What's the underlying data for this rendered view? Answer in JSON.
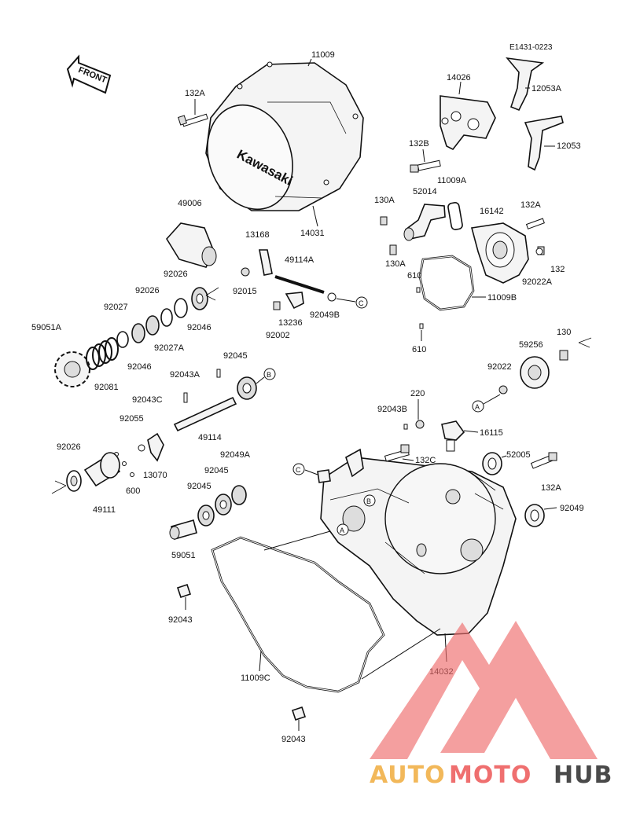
{
  "diagram": {
    "ref_code": "E1431-0223",
    "front_label": "FRONT",
    "cover_logo": "Kawasaki",
    "callouts": {
      "p11009": "11009",
      "p132A_top": "132A",
      "p14031": "14031",
      "p14026": "14026",
      "p12053A": "12053A",
      "p12053": "12053",
      "p132B": "132B",
      "p11009A": "11009A",
      "p52014": "52014",
      "p16142": "16142",
      "p130A_a": "130A",
      "p132A_b": "132A",
      "p130A_b": "130A",
      "p610_a": "610",
      "p132": "132",
      "p92022A": "92022A",
      "p11009B": "11009B",
      "p610_b": "610",
      "p130": "130",
      "p59256": "59256",
      "p92022": "92022",
      "p49006": "49006",
      "p13168": "13168",
      "p49114A": "49114A",
      "p92015": "92015",
      "p92049B": "92049B",
      "p92002": "92002",
      "p13236": "13236",
      "p92026_a": "92026",
      "p92026_b": "92026",
      "p92027": "92027",
      "p92046_a": "92046",
      "p59051A": "59051A",
      "p92027A": "92027A",
      "p92046_b": "92046",
      "p92081": "92081",
      "p92045_a": "92045",
      "p92043A": "92043A",
      "p92043C": "92043C",
      "p49114": "49114",
      "p220": "220",
      "p92043B": "92043B",
      "p16115": "16115",
      "p132C": "132C",
      "p52005": "52005",
      "p132A_c": "132A",
      "p92049": "92049",
      "p92055": "92055",
      "p92026_c": "92026",
      "p13070": "13070",
      "p600": "600",
      "p49111": "49111",
      "p92049A": "92049A",
      "p92045_b": "92045",
      "p92045_c": "92045",
      "p59051": "59051",
      "p92043_a": "92043",
      "p11009C": "11009C",
      "p14032": "14032",
      "p92043_b": "92043"
    },
    "ref_marks": {
      "A1": "A",
      "A2": "A",
      "B1": "B",
      "B2": "B",
      "C1": "C",
      "C2": "C"
    }
  },
  "watermark": {
    "part1": "AUTO",
    "part2": "MOTO",
    "part3": "HUB",
    "colors": {
      "auto": "#f2b85a",
      "moto": "#ef6f6f",
      "hub": "#4a4a4a",
      "triangle": "#ee6a6a"
    }
  }
}
